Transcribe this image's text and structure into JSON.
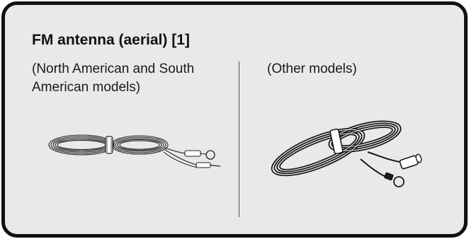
{
  "section": {
    "title": "FM antenna (aerial) [1]"
  },
  "columns": [
    {
      "label_line1": "(North American and South",
      "label_line2": "American models)",
      "illustration_icon": "fm-wire-antenna-icon"
    },
    {
      "label_line1": "(Other models)",
      "illustration_icon": "fm-coax-antenna-icon"
    }
  ],
  "colors": {
    "panel_background": "#e9e9e9",
    "border": "#111111",
    "text": "#1a1a1a"
  }
}
